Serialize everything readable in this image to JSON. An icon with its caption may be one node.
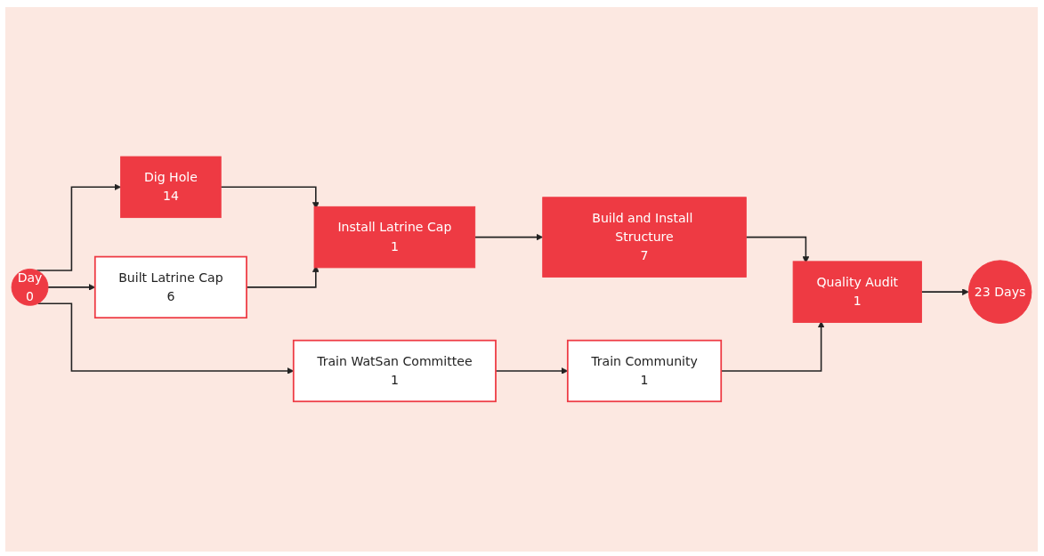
{
  "diagram": {
    "nodes": [
      {
        "text": [
          "Day",
          "0"
        ]
      },
      {
        "text": [
          "Dig Hole",
          "14"
        ]
      },
      {
        "text": [
          "Built Latrine Cap",
          "6"
        ]
      },
      {
        "text": [
          "Train WatSan Committee",
          "1"
        ]
      },
      {
        "text": [
          "Install Latrine Cap",
          "1"
        ]
      },
      {
        "text": [
          "Build and Install Structure",
          "7"
        ]
      },
      {
        "text": [
          "Train Community",
          "1"
        ]
      },
      {
        "text": [
          "Quality Audit",
          "1"
        ]
      },
      {
        "text": [
          "23 Days"
        ]
      }
    ],
    "edges": [
      {
        "from": 0,
        "to": 1,
        "arrow": "to"
      },
      {
        "from": 0,
        "to": 2,
        "arrow": "to"
      },
      {
        "from": 0,
        "to": 3,
        "arrow": "to"
      },
      {
        "from": 1,
        "to": 4,
        "arrow": "to"
      },
      {
        "from": 2,
        "to": 4,
        "arrow": "to"
      },
      {
        "from": 4,
        "to": 5,
        "arrow": "to"
      },
      {
        "from": 3,
        "to": 6,
        "arrow": "to"
      },
      {
        "from": 5,
        "to": 7,
        "arrow": "to"
      },
      {
        "from": 6,
        "to": 7,
        "arrow": "to"
      },
      {
        "from": 7,
        "to": 8,
        "arrow": "to"
      }
    ]
  }
}
